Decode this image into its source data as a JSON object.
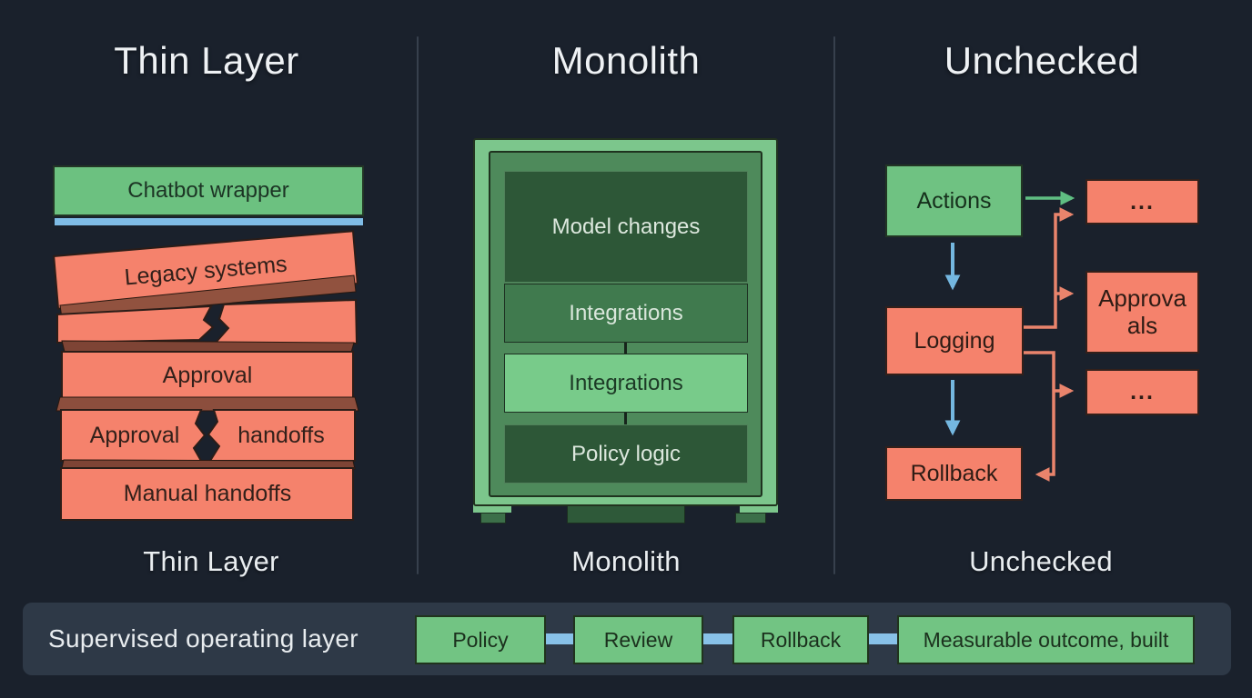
{
  "palette": {
    "background": "#1a212c",
    "green": "#6fc282",
    "salmon": "#f5826c",
    "blue": "#7fbce6",
    "maroon": "#8c4e3d",
    "bar_background": "#2e3947",
    "monolith_frame": "#7cc68c",
    "monolith_panel": "#4e8a5b"
  },
  "left": {
    "title": "Thin Layer",
    "caption": "Thin Layer",
    "wrapper": "Chatbot wrapper",
    "legacy": "Legacy systems",
    "approval": "Approval",
    "handoffs_left": "Approval",
    "handoffs_right": "handoffs",
    "manual": "Manual handoffs"
  },
  "middle": {
    "title": "Monolith",
    "caption": "Monolith",
    "boxes": [
      {
        "label": "Model changes"
      },
      {
        "label": "Integrations"
      },
      {
        "label": "Integrations"
      },
      {
        "label": "Policy logic"
      }
    ]
  },
  "right": {
    "title": "Unchecked",
    "caption": "Unchecked",
    "actions": "Actions",
    "logging": "Logging",
    "rollback": "Rollback",
    "dots_top": "...",
    "approvals_line1": "Approva",
    "approvals_line2": "als",
    "dots_bottom": "..."
  },
  "bottom_bar": {
    "label": "Supervised operating layer",
    "steps": [
      "Policy",
      "Review",
      "Rollback",
      "Measurable outcome, built"
    ]
  }
}
